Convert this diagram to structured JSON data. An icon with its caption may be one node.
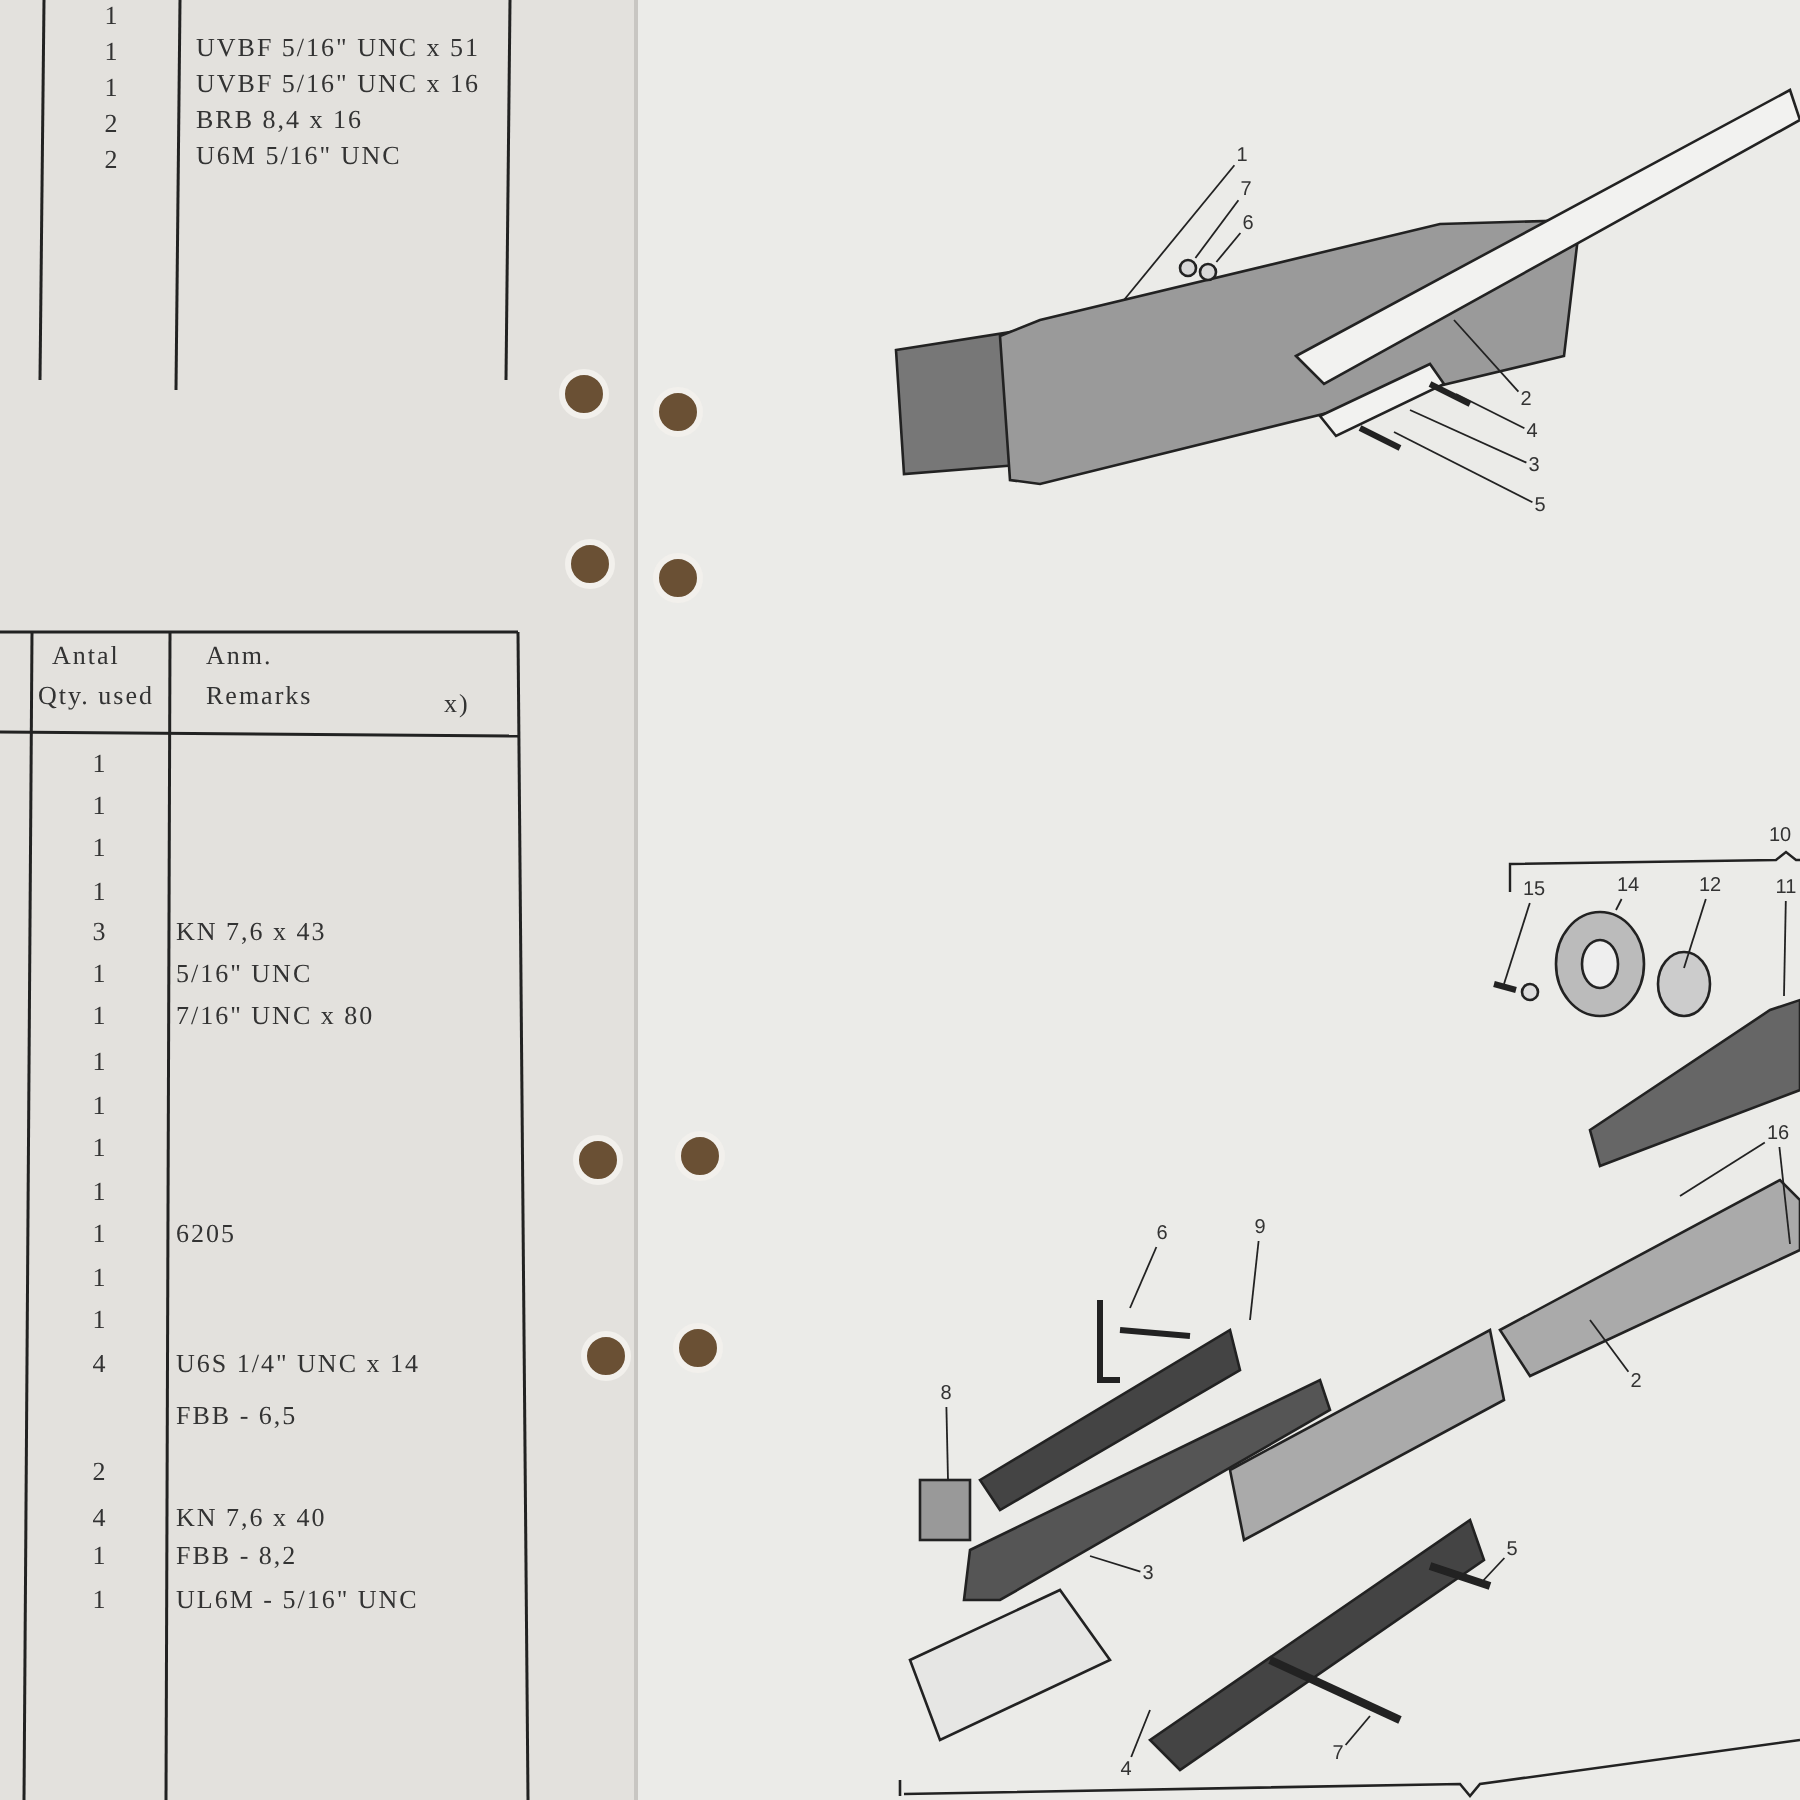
{
  "diagram": {
    "nodes": [
      {
        "text": [
          "1"
        ]
      },
      {
        "text": [
          "7"
        ]
      },
      {
        "text": [
          "6"
        ]
      },
      {
        "text": [
          "2"
        ]
      },
      {
        "text": [
          "4"
        ]
      },
      {
        "text": [
          "3"
        ]
      },
      {
        "text": [
          "5"
        ]
      },
      {
        "text": [
          "15"
        ]
      },
      {
        "text": [
          "14"
        ]
      },
      {
        "text": [
          "12"
        ]
      },
      {
        "text": [
          "11"
        ]
      },
      {
        "text": [
          "16"
        ]
      },
      {
        "text": [
          "6"
        ]
      },
      {
        "text": [
          "9"
        ]
      },
      {
        "text": [
          "2"
        ]
      },
      {
        "text": [
          "8"
        ]
      },
      {
        "text": [
          "3"
        ]
      },
      {
        "text": [
          "5"
        ]
      },
      {
        "text": [
          "4"
        ]
      },
      {
        "text": [
          "7"
        ]
      },
      {
        "text": [],
        "shape": "circle"
      },
      {
        "text": [],
        "shape": "circle"
      }
    ],
    "edges": [
      {
        "from": 0,
        "to": null,
        "arrow": "none"
      },
      {
        "from": 1,
        "to": 20,
        "arrow": "none"
      },
      {
        "from": 2,
        "to": 21,
        "arrow": "none"
      },
      {
        "from": 3,
        "to": null,
        "arrow": "none"
      },
      {
        "from": 4,
        "to": null,
        "arrow": "none"
      },
      {
        "from": 5,
        "to": null,
        "arrow": "none"
      },
      {
        "from": 6,
        "to": null,
        "arrow": "none"
      },
      {
        "from": 7,
        "to": null,
        "arrow": "none"
      },
      {
        "from": 8,
        "to": null,
        "arrow": "none"
      },
      {
        "from": 9,
        "to": null,
        "arrow": "none"
      },
      {
        "from": 10,
        "to": null,
        "arrow": "none"
      },
      {
        "from": 11,
        "to": null,
        "arrow": "none"
      },
      {
        "from": 11,
        "to": null,
        "arrow": "none"
      },
      {
        "from": 12,
        "to": null,
        "arrow": "none"
      },
      {
        "from": 13,
        "to": null,
        "arrow": "none"
      },
      {
        "from": 14,
        "to": null,
        "arrow": "none"
      },
      {
        "from": 15,
        "to": null,
        "arrow": "none"
      },
      {
        "from": 16,
        "to": null,
        "arrow": "none"
      },
      {
        "from": 17,
        "to": null,
        "arrow": "none"
      },
      {
        "from": 18,
        "to": null,
        "arrow": "none"
      },
      {
        "from": 19,
        "to": null,
        "arrow": "none"
      }
    ],
    "labels": [
      "1",
      "1",
      "UVBF 5/16\" UNC x 51",
      "1",
      "UVBF 5/16\" UNC x 16",
      "2",
      "BRB 8,4 x 16",
      "2",
      "U6M 5/16\" UNC",
      "Antal",
      "Anm.",
      "Qty. used",
      "Remarks",
      "x)",
      "1",
      "1",
      "1",
      "1",
      "3",
      "KN 7,6 x 43",
      "1",
      "5/16\" UNC",
      "1",
      "7/16\" UNC x 80",
      "1",
      "1",
      "1",
      "1",
      "1",
      "6205",
      "1",
      "1",
      "4",
      "U6S 1/4\" UNC x 14",
      "FBB - 6,5",
      "2",
      "4",
      "KN 7,6 x 40",
      "1",
      "FBB - 8,2",
      "1",
      "UL6M - 5/16\" UNC",
      "10"
    ]
  }
}
